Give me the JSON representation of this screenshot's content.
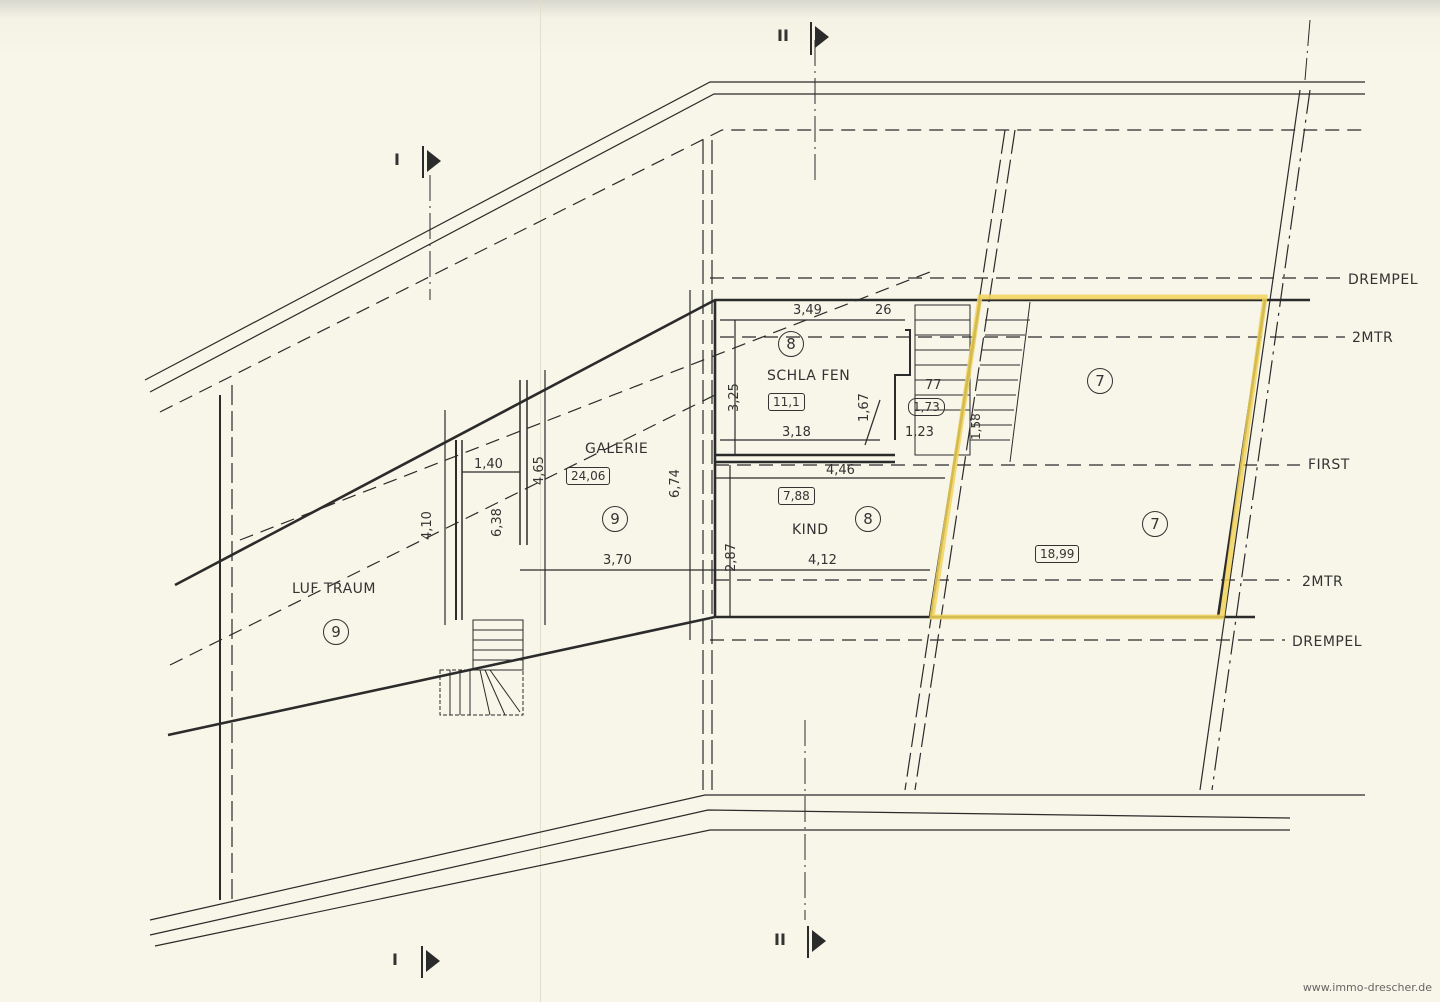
{
  "drawing": {
    "type": "floor-plan",
    "floor": "Dachgeschoss",
    "highlight_color": "#f2d35a",
    "line_color": "#2b2b2b"
  },
  "rooms": [
    {
      "id": "schlafen",
      "name": "SCHLA FEN",
      "number": "8",
      "area": "11,1"
    },
    {
      "id": "kind",
      "name": "KIND",
      "number": "8",
      "area": "7,88"
    },
    {
      "id": "galerie",
      "name": "GALERIE",
      "number": "9",
      "area": "24,06"
    },
    {
      "id": "luftraum",
      "name": "LUF TRAUM",
      "number": "9"
    },
    {
      "id": "room7-upper",
      "number": "7"
    },
    {
      "id": "room7-lower",
      "number": "7",
      "area": "18,99"
    },
    {
      "id": "stair-landing",
      "area": "1,73"
    }
  ],
  "dimensions": {
    "d349": "3,49",
    "d26": "26",
    "d325": "3,25",
    "d167": "1,67",
    "d77": "77",
    "d318": "3,18",
    "d123": "1,23",
    "d158": "1,58",
    "d446": "4,46",
    "d287": "2,87",
    "d412": "4,12",
    "d140": "1,40",
    "d465": "4,65",
    "d638": "6,38",
    "d410": "4,10",
    "d674": "6,74",
    "d370": "3,70"
  },
  "levels": {
    "drempel_top": "DREMPEL",
    "mtr_top": "2MTR",
    "first": "FIRST",
    "mtr_bottom": "2MTR",
    "drempel_bottom": "DREMPEL"
  },
  "section_markers": {
    "top_ii": "II",
    "top_i": "I",
    "bottom_i": "I",
    "bottom_ii": "II"
  },
  "watermark": "www.immo-drescher.de"
}
